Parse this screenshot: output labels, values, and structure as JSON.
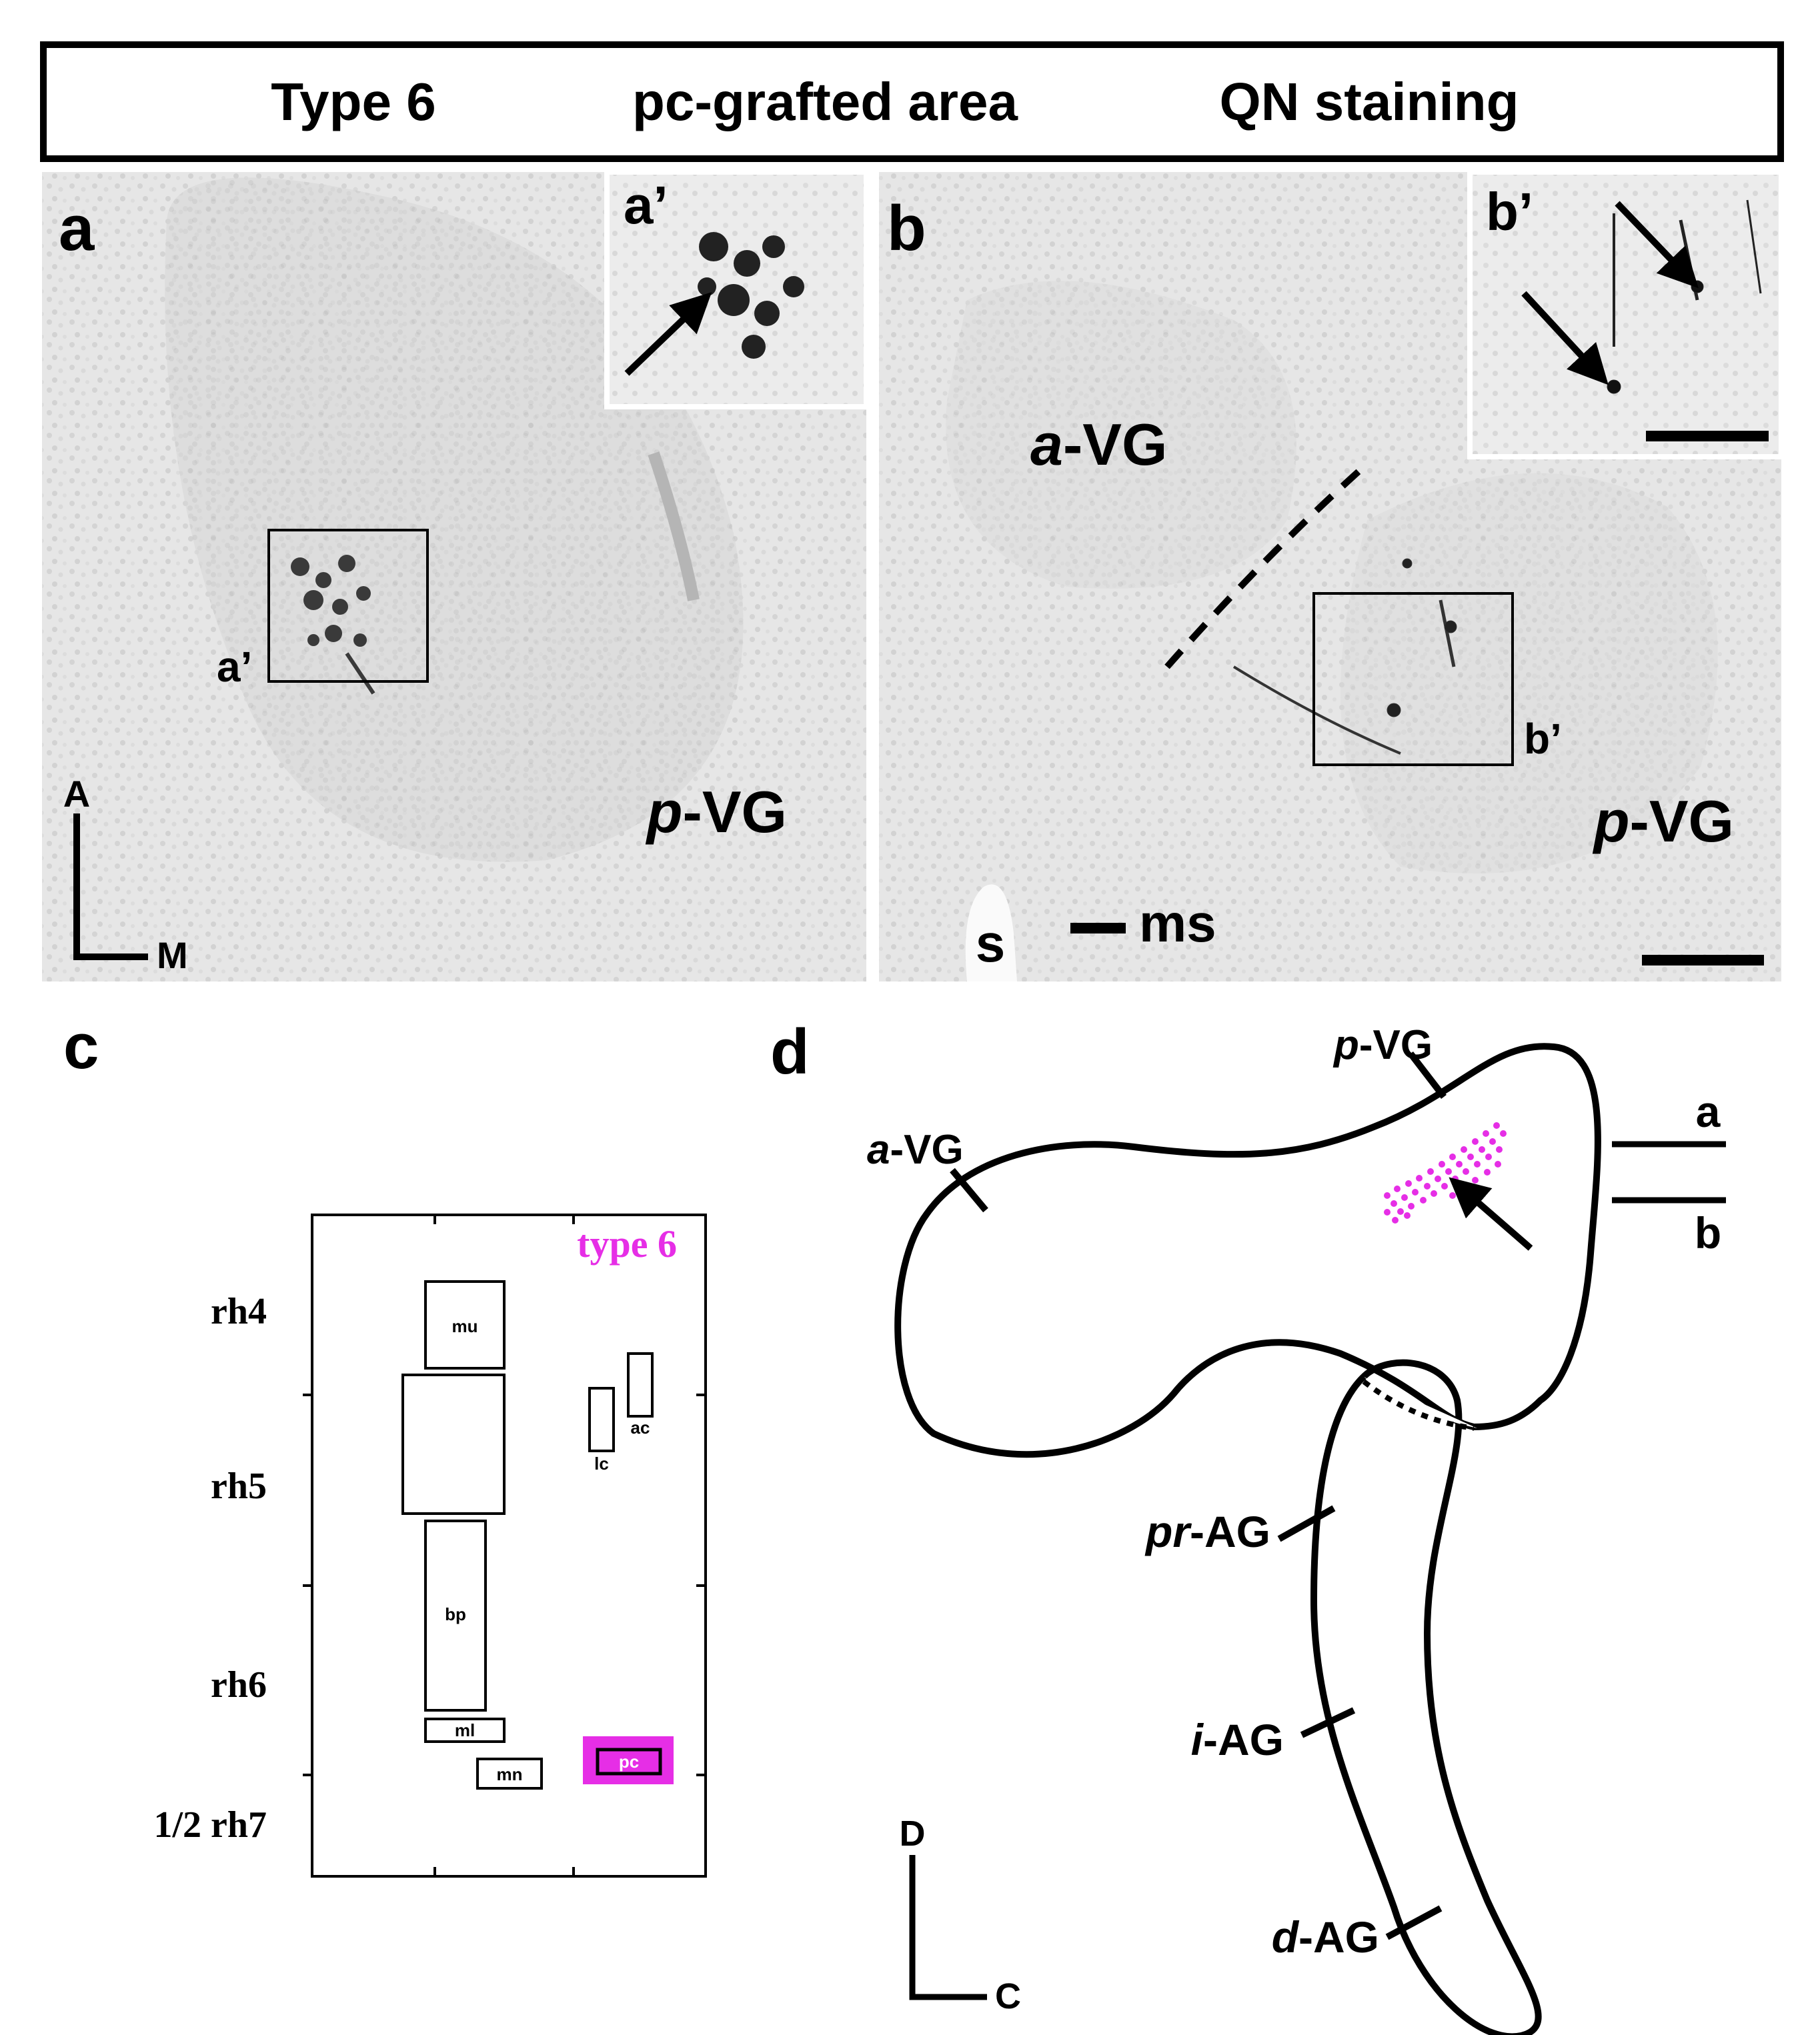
{
  "header": {
    "type_label": "Type 6",
    "area_label": "pc-grafted area",
    "stain_label": "QN staining"
  },
  "panel_a": {
    "letter": "a",
    "inset_letter": "a’",
    "box_label": "a’",
    "region_label_prefix": "p",
    "region_label_suffix": "-VG",
    "axis_vertical": "A",
    "axis_horizontal": "M"
  },
  "panel_b": {
    "letter": "b",
    "inset_letter": "b’",
    "box_label": "b’",
    "upper_region_prefix": "a",
    "upper_region_suffix": "-VG",
    "lower_region_prefix": "p",
    "lower_region_suffix": "-VG",
    "s_label": "s",
    "ms_label": "ms"
  },
  "panel_c": {
    "letter": "c",
    "type_label": "type 6",
    "rows": [
      "rh4",
      "rh5",
      "rh6",
      "1/2 rh7"
    ],
    "boxes": [
      "mu",
      "bp",
      "ml",
      "mn",
      "lc",
      "ac",
      "pc"
    ],
    "highlight_color": "#e62ee6"
  },
  "panel_d": {
    "letter": "d",
    "labels": {
      "p_vg_prefix": "p",
      "p_vg_suffix": "-VG",
      "a_vg_prefix": "a",
      "a_vg_suffix": "-VG",
      "pr_ag_prefix": "pr",
      "pr_ag_suffix": "-AG",
      "i_ag_prefix": "i",
      "i_ag_suffix": "-AG",
      "d_ag_prefix": "d",
      "d_ag_suffix": "-AG"
    },
    "section_a": "a",
    "section_b": "b",
    "axis_vertical": "D",
    "axis_horizontal": "C",
    "graft_color": "#e62ee6"
  }
}
